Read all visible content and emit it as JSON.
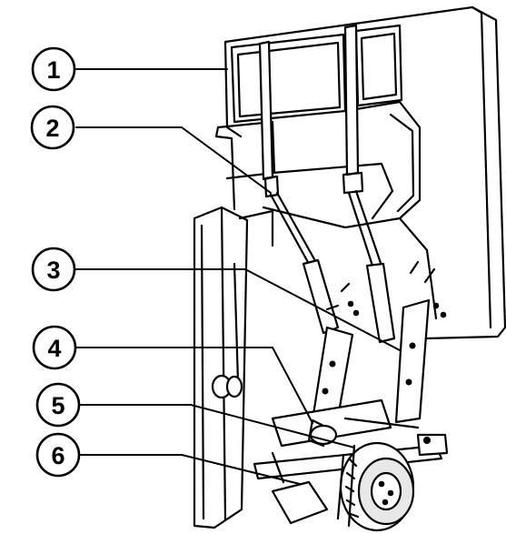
{
  "colors": {
    "ink": "#000000",
    "paper": "#ffffff",
    "shade": "#e8e8e8"
  },
  "callouts": [
    {
      "number": "1"
    },
    {
      "number": "2"
    },
    {
      "number": "3"
    },
    {
      "number": "4"
    },
    {
      "number": "5"
    },
    {
      "number": "6"
    }
  ]
}
